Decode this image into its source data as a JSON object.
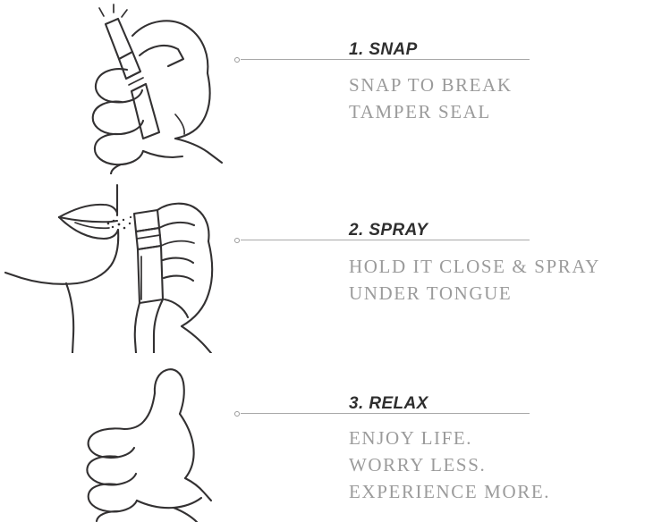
{
  "page": {
    "background_color": "#ffffff",
    "ink_color": "#333132",
    "rule_color": "#a8a8a8",
    "heading_color": "#2f2f2f",
    "body_color": "#9b9b9b"
  },
  "steps": [
    {
      "heading": "1. SNAP",
      "illustration_name": "hand-snapping-bottle-cap",
      "body": [
        "SNAP TO BREAK",
        "TAMPER SEAL"
      ]
    },
    {
      "heading": "2. SPRAY",
      "illustration_name": "hand-spraying-under-tongue",
      "body": [
        "HOLD IT CLOSE & SPRAY",
        "UNDER TONGUE"
      ]
    },
    {
      "heading": "3. RELAX",
      "illustration_name": "thumbs-up-hand",
      "body": [
        "ENJOY LIFE.",
        "WORRY LESS.",
        "EXPERIENCE MORE."
      ]
    }
  ]
}
